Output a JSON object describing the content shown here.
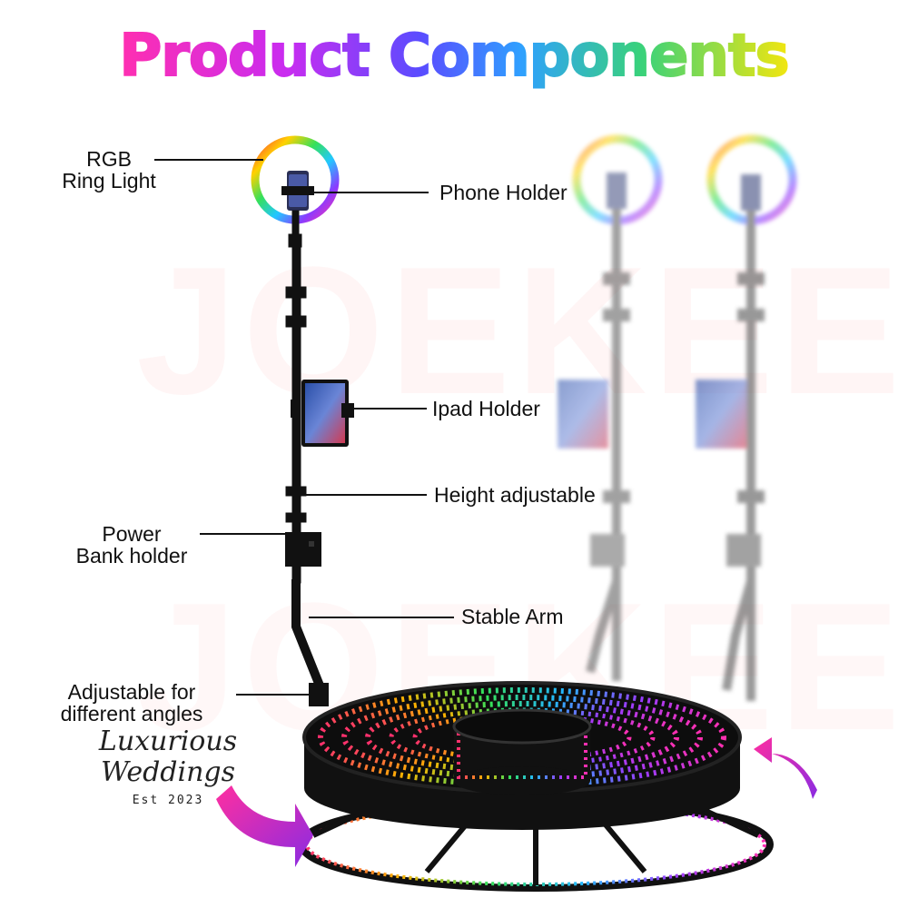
{
  "title": "Product Components",
  "watermark": "JOEKEE",
  "labels": {
    "rgb_ring_light": "RGB\nRing Light",
    "phone_holder": "Phone Holder",
    "ipad_holder": "Ipad Holder",
    "height_adjustable": "Height adjustable",
    "power_bank_holder": "Power\nBank holder",
    "stable_arm": "Stable Arm",
    "adjustable_angles": "Adjustable for\ndifferent angles"
  },
  "brand": {
    "script": "Luxurious Weddings",
    "est": "Est 2023"
  },
  "colors": {
    "title_gradient": [
      "#ff2fb0",
      "#c92cf0",
      "#5a4cff",
      "#2fa0ff",
      "#39d27a",
      "#f2e60f"
    ],
    "arrow": "#ff2f95",
    "stand": "#111111"
  },
  "icons": {
    "rotate_arrow_left": "curved-arrow-icon",
    "rotate_arrow_right": "curved-arrow-icon"
  }
}
